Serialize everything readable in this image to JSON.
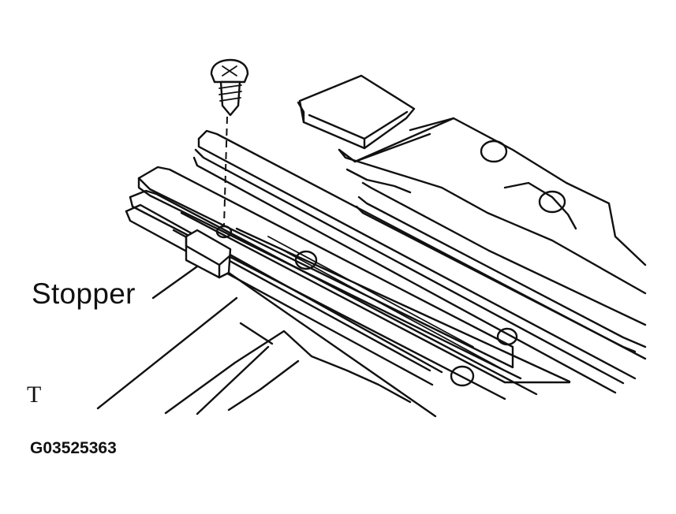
{
  "figure": {
    "callout_label": "Stopper",
    "corner_mark": "T",
    "figure_code": "G03525363"
  },
  "colors": {
    "line": "#111111",
    "background": "#ffffff"
  },
  "icons": [
    "screw-icon"
  ]
}
